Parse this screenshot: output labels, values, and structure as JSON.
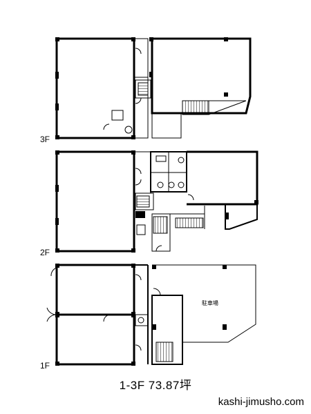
{
  "floors": {
    "third": "3F",
    "second": "2F",
    "first": "1F"
  },
  "caption": "1-3F 73.87坪",
  "website": "kashi-jimusho.com",
  "parking_label": "駐車場",
  "colors": {
    "line": "#000000",
    "background": "#ffffff",
    "hatch": "#444444"
  }
}
